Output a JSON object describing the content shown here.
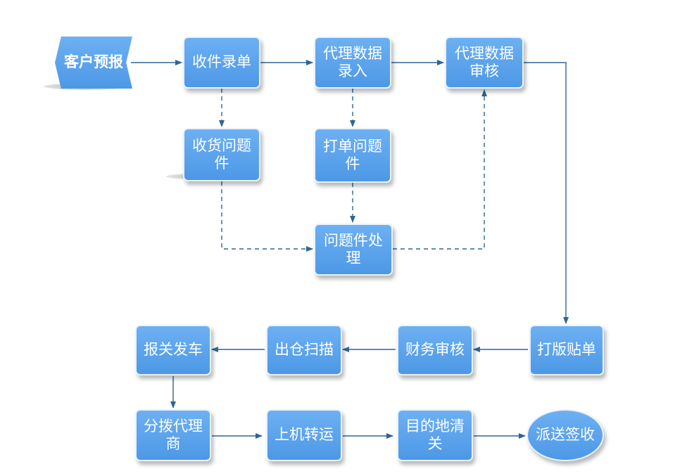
{
  "nodes": {
    "n1": "客户预报",
    "n2": "收件录单",
    "n3": "代理数据\n录入",
    "n4": "代理数据\n审核",
    "n5": "收货问题\n件",
    "n6": "打单问题\n件",
    "n7": "问题件处\n理",
    "n8": "打版贴单",
    "n9": "财务审核",
    "n10": "出仓扫描",
    "n11": "报关发车",
    "n12": "分拨代理\n商",
    "n13": "上机转运",
    "n14": "目的地清\n关",
    "n15": "派送签收"
  },
  "colors": {
    "node_fill": "#5aa3ee",
    "arrow": "#2e6596"
  }
}
